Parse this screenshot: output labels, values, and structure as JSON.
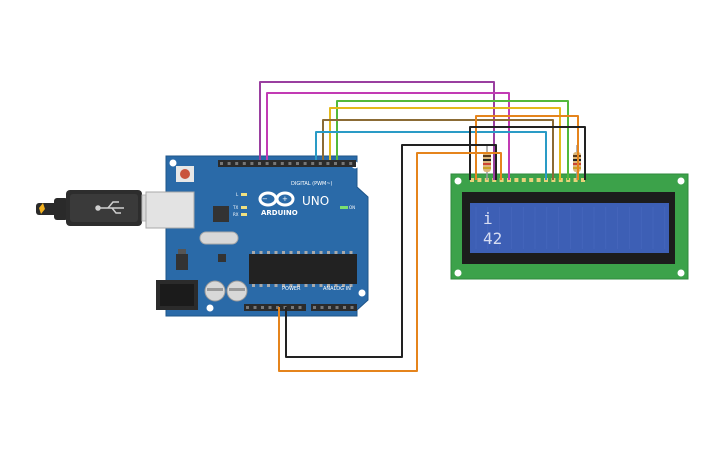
{
  "board": {
    "brand": "ARDUINO",
    "model": "UNO",
    "on_label": "ON",
    "digital_label": "DIGITAL (PWM~)",
    "power_label": "POWER",
    "analog_label": "ANALOG IN",
    "tx_label": "TX",
    "rx_label": "RX",
    "l_label": "L"
  },
  "lcd": {
    "line1": "i",
    "line2": "42",
    "color": "#3d5fb5"
  },
  "wire_colors": {
    "purple": "#9a3fa0",
    "magenta": "#c23ab4",
    "green": "#53b93b",
    "yellow": "#e3b91c",
    "brown": "#8b6b35",
    "cyan": "#2a9bc6",
    "orange": "#e5841c",
    "black": "#222222"
  },
  "colors": {
    "board": "#2a6aa8",
    "lcd_pcb": "#3ca24a"
  }
}
